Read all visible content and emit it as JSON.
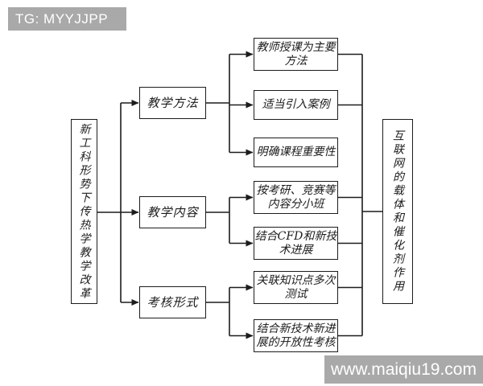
{
  "watermark": {
    "top": "TG: MYYJJPP",
    "bottom": "www.maiqiu19.com"
  },
  "diagram": {
    "root": "新工科形势下传热学教学改革",
    "sink": "互联网的载体和催化剂作用",
    "branches": [
      {
        "label": "教学方法",
        "children": [
          "教师授课为主要\n方法",
          "适当引入案例",
          "明确课程重要性"
        ]
      },
      {
        "label": "教学内容",
        "children": [
          "按考研、竞赛等\n内容分小班",
          "结合CFD和新技\n术进展"
        ]
      },
      {
        "label": "考核形式",
        "children": [
          "关联知识点多次\n测试",
          "结合新技术新进\n展的开放性考核"
        ]
      }
    ]
  },
  "colors": {
    "banner_bg": "#a9a9a9",
    "banner_text": "#ffffff",
    "line": "#1c1c1c",
    "background": "#ffffff"
  }
}
